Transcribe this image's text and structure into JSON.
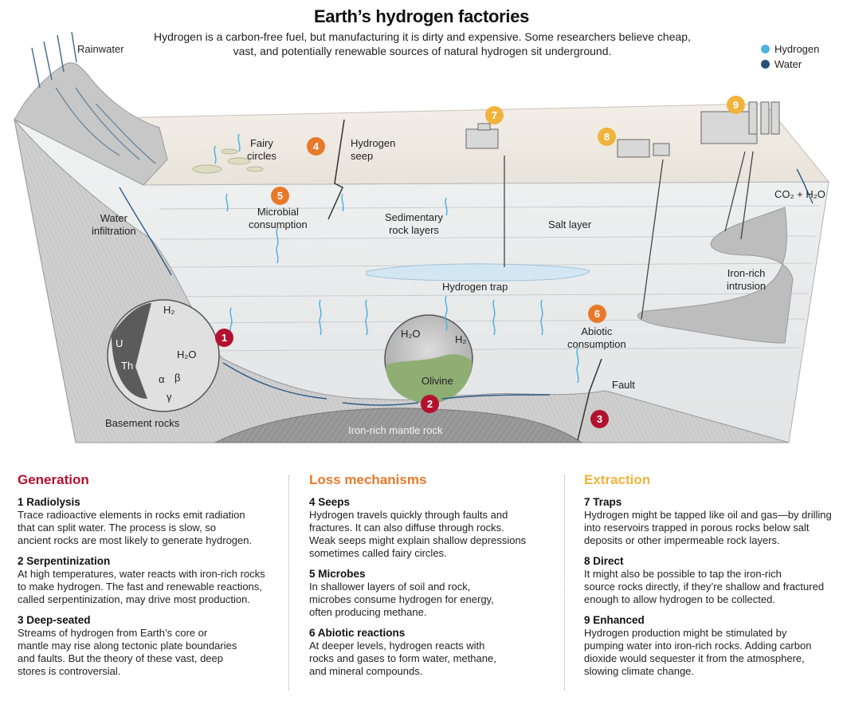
{
  "title": "Earth’s hydrogen factories",
  "subtitle": "Hydrogen is a carbon-free fuel, but manufacturing it is dirty and expensive. Some researchers believe cheap, vast, and potentially renewable sources of natural hydrogen sit underground.",
  "legend": [
    {
      "label": "Hydrogen",
      "color": "#4fb3e0"
    },
    {
      "label": "Water",
      "color": "#2a4f78"
    }
  ],
  "colors": {
    "generation": "#b3122e",
    "loss": "#e8792b",
    "extraction": "#f0b43c"
  },
  "diagram_labels": {
    "rainwater": "Rainwater",
    "fairy_circles": "Fairy\ncircles",
    "hydrogen_seep": "Hydrogen\nseep",
    "water_infiltration": "Water\ninfiltration",
    "microbial_consumption": "Microbial\nconsumption",
    "sedimentary": "Sedimentary\nrock layers",
    "salt_layer": "Salt layer",
    "hydrogen_trap": "Hydrogen trap",
    "co2_h2o": "CO₂ + H₂O",
    "iron_rich_intrusion": "Iron-rich\nintrusion",
    "abiotic_consumption": "Abiotic\nconsumption",
    "fault": "Fault",
    "basement_rocks": "Basement rocks",
    "mantle_rock": "Iron-rich mantle rock",
    "olivine": "Olivine",
    "u": "U",
    "th": "Th",
    "alpha": "α",
    "beta": "β",
    "gamma": "γ",
    "h2": "H₂",
    "h2o": "H₂O"
  },
  "badges": [
    "1",
    "2",
    "3",
    "4",
    "5",
    "6",
    "7",
    "8",
    "9"
  ],
  "columns": [
    {
      "heading": "Generation",
      "items": [
        {
          "title": "1  Radiolysis",
          "lines": [
            "Trace radioactive elements in rocks emit radiation",
            "that can split water. The process is slow, so",
            "ancient rocks are most likely to generate hydrogen."
          ]
        },
        {
          "title": "2  Serpentinization",
          "lines": [
            "At high temperatures, water reacts with iron-rich rocks",
            "to make hydrogen. The fast and renewable reactions,",
            "called serpentinization, may drive most production."
          ]
        },
        {
          "title": "3  Deep-seated",
          "lines": [
            "Streams of hydrogen from Earth’s core or",
            "mantle may rise along tectonic plate boundaries",
            "and faults. But the theory of these vast, deep",
            "stores is controversial."
          ]
        }
      ]
    },
    {
      "heading": "Loss mechanisms",
      "items": [
        {
          "title": "4  Seeps",
          "lines": [
            "Hydrogen travels quickly through faults and",
            "fractures. It can also diffuse through rocks.",
            "Weak seeps might explain shallow depressions",
            "sometimes called fairy circles."
          ]
        },
        {
          "title": "5  Microbes",
          "lines": [
            "In shallower layers of soil and rock,",
            "microbes consume hydrogen for energy,",
            "often producing methane."
          ]
        },
        {
          "title": "6  Abiotic reactions",
          "lines": [
            "At deeper levels, hydrogen reacts with",
            "rocks and gases to form water, methane,",
            "and mineral compounds."
          ]
        }
      ]
    },
    {
      "heading": "Extraction",
      "items": [
        {
          "title": "7  Traps",
          "lines": [
            "Hydrogen might be tapped like oil and gas—by drilling",
            "into reservoirs trapped in porous rocks below salt",
            "deposits or other impermeable rock layers."
          ]
        },
        {
          "title": "8  Direct",
          "lines": [
            "It might also be possible to tap the iron-rich",
            "source rocks directly, if they’re shallow and fractured",
            "enough to allow hydrogen to be collected."
          ]
        },
        {
          "title": "9  Enhanced",
          "lines": [
            "Hydrogen production might be stimulated by",
            "pumping water into iron-rich rocks. Adding carbon",
            "dioxide would sequester it from the atmosphere,",
            "slowing climate change."
          ]
        }
      ]
    }
  ]
}
